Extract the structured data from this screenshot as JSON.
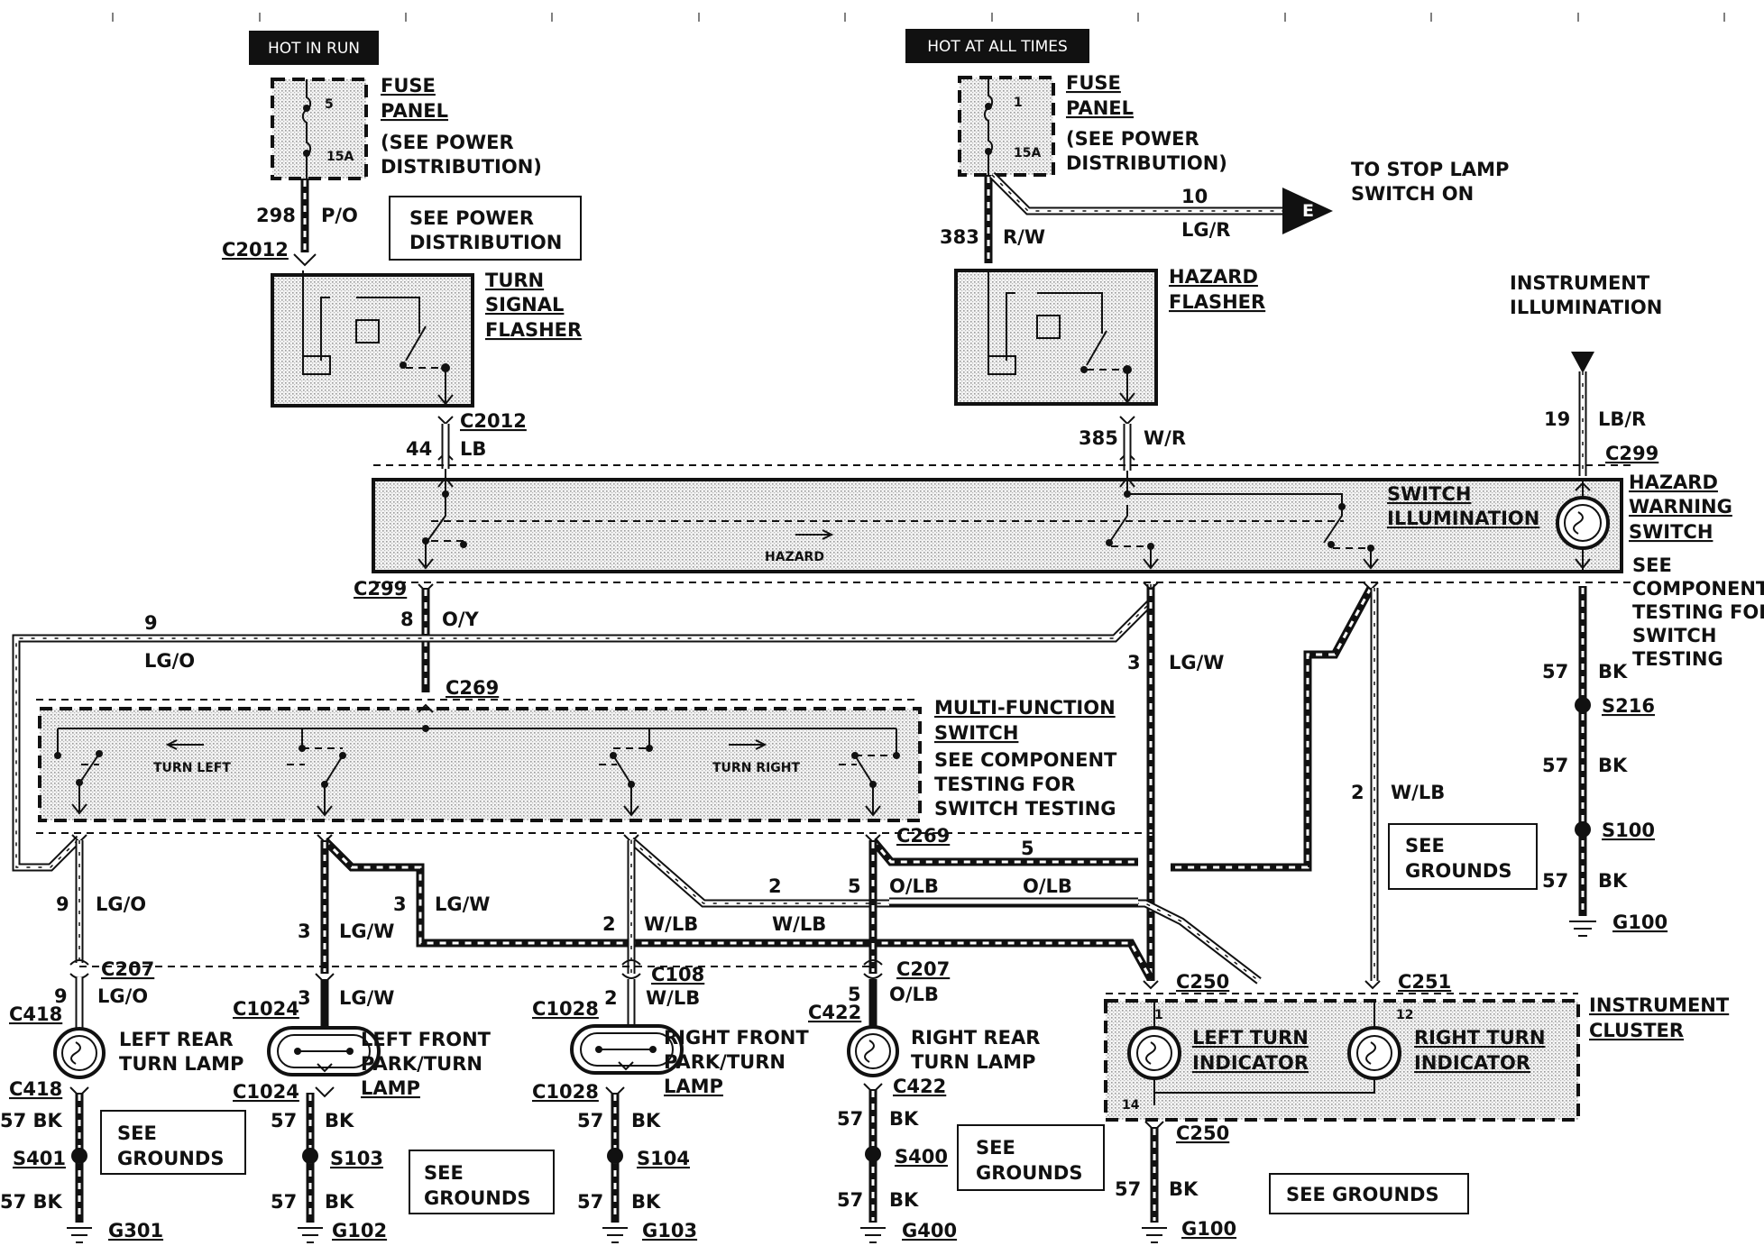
{
  "power": {
    "hot_in_run": "HOT IN RUN",
    "hot_at_all_times": "HOT AT ALL TIMES"
  },
  "fuse_left": {
    "title": "FUSE",
    "title2": "PANEL",
    "see1": "(SEE POWER",
    "see2": "DISTRIBUTION)",
    "number": "5",
    "rating": "15A"
  },
  "fuse_right": {
    "title": "FUSE",
    "title2": "PANEL",
    "see1": "(SEE POWER",
    "see2": "DISTRIBUTION)",
    "number": "1",
    "rating": "15A"
  },
  "see_power_dist": {
    "line1": "SEE POWER",
    "line2": "DISTRIBUTION"
  },
  "stop_lamp": {
    "line1": "TO STOP LAMP",
    "line2": "SWITCH ON",
    "arrow_letter": "E"
  },
  "turn_flasher": {
    "line1": "TURN",
    "line2": "SIGNAL",
    "line3": "FLASHER"
  },
  "hazard_flasher": {
    "line1": "HAZARD",
    "line2": "FLASHER"
  },
  "instrument_illumination": {
    "line1": "INSTRUMENT",
    "line2": "ILLUMINATION"
  },
  "hazard_switch": {
    "line1": "HAZARD",
    "line2": "WARNING",
    "line3": "SWITCH",
    "see1": "SEE",
    "see2": "COMPONENT",
    "see3": "TESTING FOR",
    "see4": "SWITCH",
    "see5": "TESTING",
    "illum1": "SWITCH",
    "illum2": "ILLUMINATION",
    "hazard_arrow": "HAZARD"
  },
  "multifunction": {
    "line1": "MULTI-FUNCTION",
    "line2": "SWITCH",
    "see1": "SEE COMPONENT",
    "see2": "TESTING FOR",
    "see3": "SWITCH TESTING",
    "turn_left": "TURN LEFT",
    "turn_right": "TURN RIGHT"
  },
  "cluster": {
    "line1": "INSTRUMENT",
    "line2": "CLUSTER",
    "left1": "LEFT TURN",
    "left2": "INDICATOR",
    "right1": "RIGHT TURN",
    "right2": "INDICATOR",
    "pin_left": "1",
    "pin_right": "12",
    "pin_ground": "14"
  },
  "lamps": {
    "left_rear": {
      "line1": "LEFT REAR",
      "line2": "TURN LAMP"
    },
    "left_front": {
      "line1": "LEFT FRONT",
      "line2": "PARK/TURN",
      "line3": "LAMP"
    },
    "right_front": {
      "line1": "RIGHT FRONT",
      "line2": "PARK/TURN",
      "line3": "LAMP"
    },
    "right_rear": {
      "line1": "RIGHT REAR",
      "line2": "TURN LAMP"
    }
  },
  "see_grounds": {
    "line1": "SEE",
    "line2": "GROUNDS",
    "single": "SEE GROUNDS"
  },
  "connectors": {
    "c2012": "C2012",
    "c299": "C299",
    "c269": "C269",
    "c207": "C207",
    "c108": "C108",
    "c418": "C418",
    "c1024": "C1024",
    "c1028": "C1028",
    "c422": "C422",
    "c250": "C250",
    "c251": "C251"
  },
  "splices": {
    "s216": "S216",
    "s100": "S100",
    "s401": "S401",
    "s103": "S103",
    "s104": "S104",
    "s400": "S400"
  },
  "grounds": {
    "g100": "G100",
    "g301": "G301",
    "g102": "G102",
    "g103": "G103",
    "g400": "G400"
  },
  "circuits": {
    "c298": "298",
    "po": "P/O",
    "c383": "383",
    "rw": "R/W",
    "c10": "10",
    "lgr": "LG/R",
    "c44": "44",
    "lb": "LB",
    "c385": "385",
    "wr": "W/R",
    "c19": "19",
    "lbr": "LB/R",
    "c9": "9",
    "lgo": "LG/O",
    "c8": "8",
    "oy": "O/Y",
    "c3": "3",
    "lgw": "LG/W",
    "c2": "2",
    "wlb": "W/LB",
    "c5": "5",
    "olb": "O/LB",
    "c57": "57",
    "bk": "BK",
    "c57bk": "57 BK"
  }
}
